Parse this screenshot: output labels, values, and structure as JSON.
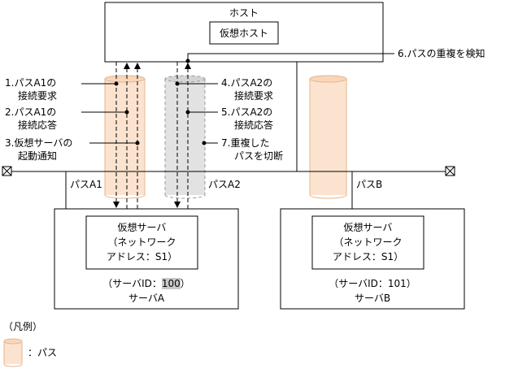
{
  "host": {
    "title": "ホスト",
    "virtual_host": "仮想ホスト"
  },
  "detect": "6.パスの重複を検知",
  "left_labels": [
    {
      "line1": "1.パスA1の",
      "line2": "接続要求"
    },
    {
      "line1": "2.パスA1の",
      "line2": "接続応答"
    },
    {
      "line1": "3.仮想サーバの",
      "line2": "起動通知"
    }
  ],
  "right_labels": [
    {
      "line1": "4.パスA2の",
      "line2": "接続要求"
    },
    {
      "line1": "5.パスA2の",
      "line2": "接続応答"
    },
    {
      "line1": "7.重複した",
      "line2": "パスを切断"
    }
  ],
  "paths": {
    "a1": "パスA1",
    "a2": "パスA2",
    "b": "パスB"
  },
  "server_a": {
    "vs_line1": "仮想サーバ",
    "vs_line2": "（ネットワーク",
    "vs_line3": "アドレス：S1）",
    "id_prefix": "（サーバID：",
    "id_value": "100",
    "id_suffix": "）",
    "name": "サーバA"
  },
  "server_b": {
    "vs_line1": "仮想サーバ",
    "vs_line2": "（ネットワーク",
    "vs_line3": "アドレス：S1）",
    "id": "（サーバID：101）",
    "name": "サーバB"
  },
  "legend": {
    "title": "（凡例）",
    "path": "：パス"
  },
  "colors": {
    "path_fill": "#fbe3cf",
    "path_edge": "#e9b48a",
    "dup_fill": "#e2e2e2",
    "dup_edge": "#9a9a9a"
  }
}
